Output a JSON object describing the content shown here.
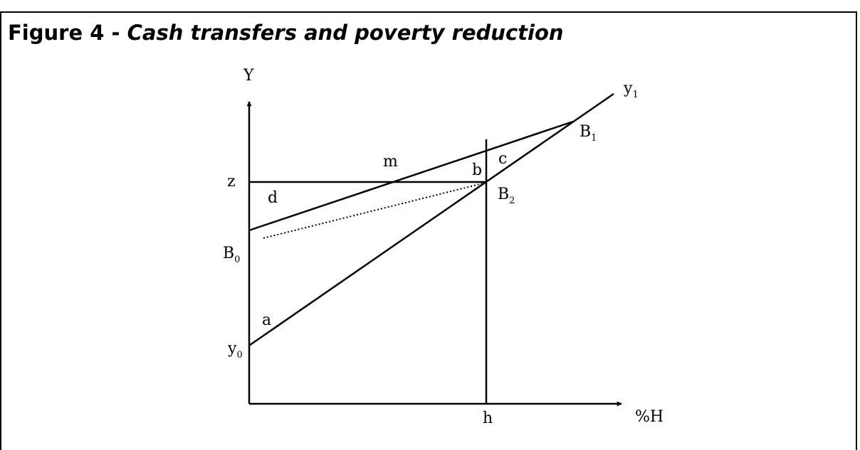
{
  "figure": {
    "title_prefix": "Figure 4 - ",
    "title_main": "Cash transfers and poverty reduction"
  },
  "axes": {
    "y_axis_label": "Y",
    "x_axis_label": "%H"
  },
  "points": {
    "z": "z",
    "B0_main": "B",
    "B0_sub": "0",
    "y0_main": "y",
    "y0_sub": "0",
    "y1_main": "y",
    "y1_sub": "1",
    "B1_main": "B",
    "B1_sub": "1",
    "B2_main": "B",
    "B2_sub": "2",
    "h": "h"
  },
  "regions": {
    "a": "a",
    "b": "b",
    "c": "c",
    "d": "d",
    "m": "m"
  }
}
